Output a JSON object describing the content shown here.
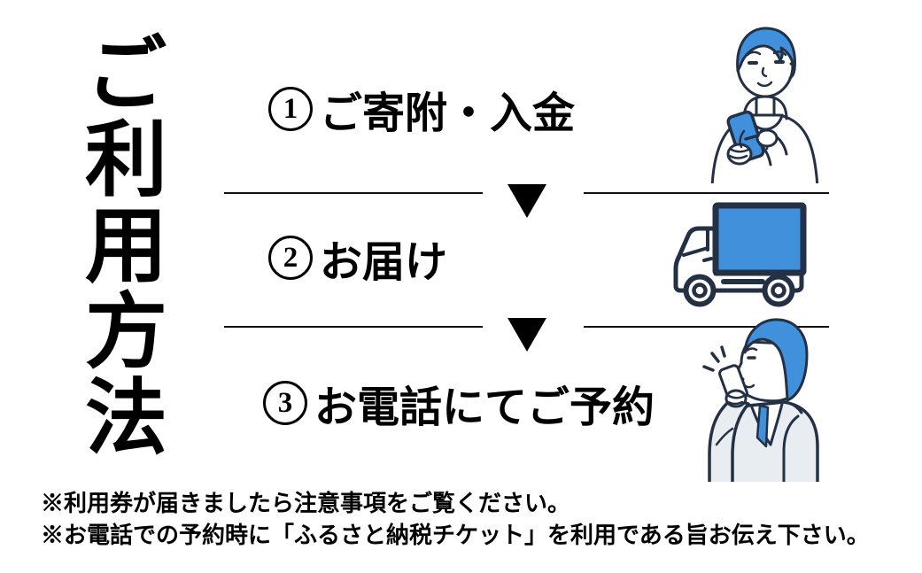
{
  "title": {
    "text": "ご利用方法"
  },
  "steps": [
    {
      "number": "1",
      "label": "ご寄附・入金",
      "illustration": "person-smartphone"
    },
    {
      "number": "2",
      "label": "お届け",
      "illustration": "delivery-truck"
    },
    {
      "number": "3",
      "label": "お電話にてご予約",
      "illustration": "person-phone-call"
    }
  ],
  "notes": [
    "※利用券が届きましたら注意事項をご覧ください。",
    "※お電話での予約時に「ふるさと納税チケット」を利用である旨お伝え下さい。"
  ],
  "colors": {
    "accent_blue": "#4190db",
    "outline_navy": "#243044",
    "suit_gray": "#e8edf1",
    "text_black": "#000000",
    "background": "#ffffff"
  }
}
